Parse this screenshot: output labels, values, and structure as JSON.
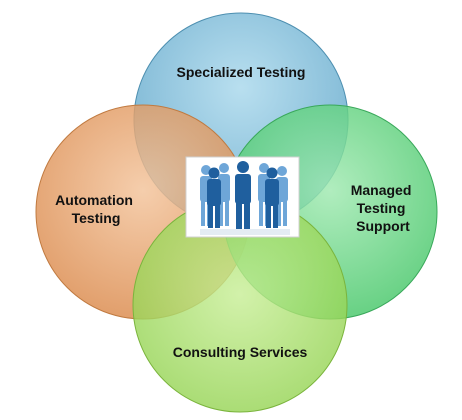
{
  "diagram": {
    "circles": [
      {
        "key": "top",
        "label_lines": [
          "Specialized Testing"
        ],
        "color": "#6fb0cf"
      },
      {
        "key": "left",
        "label_lines": [
          "Automation",
          "Testing"
        ],
        "color": "#e39a63"
      },
      {
        "key": "right",
        "label_lines": [
          "Managed",
          "Testing",
          "Support"
        ],
        "color": "#5fd47f"
      },
      {
        "key": "bottom",
        "label_lines": [
          "Consulting Services"
        ],
        "color": "#9bd85a"
      }
    ],
    "center_image": {
      "icon": "team-people-icon",
      "background": "#ffffff",
      "figure_color": "#1f5f9e",
      "figure_color_light": "#5f9ad1"
    }
  }
}
